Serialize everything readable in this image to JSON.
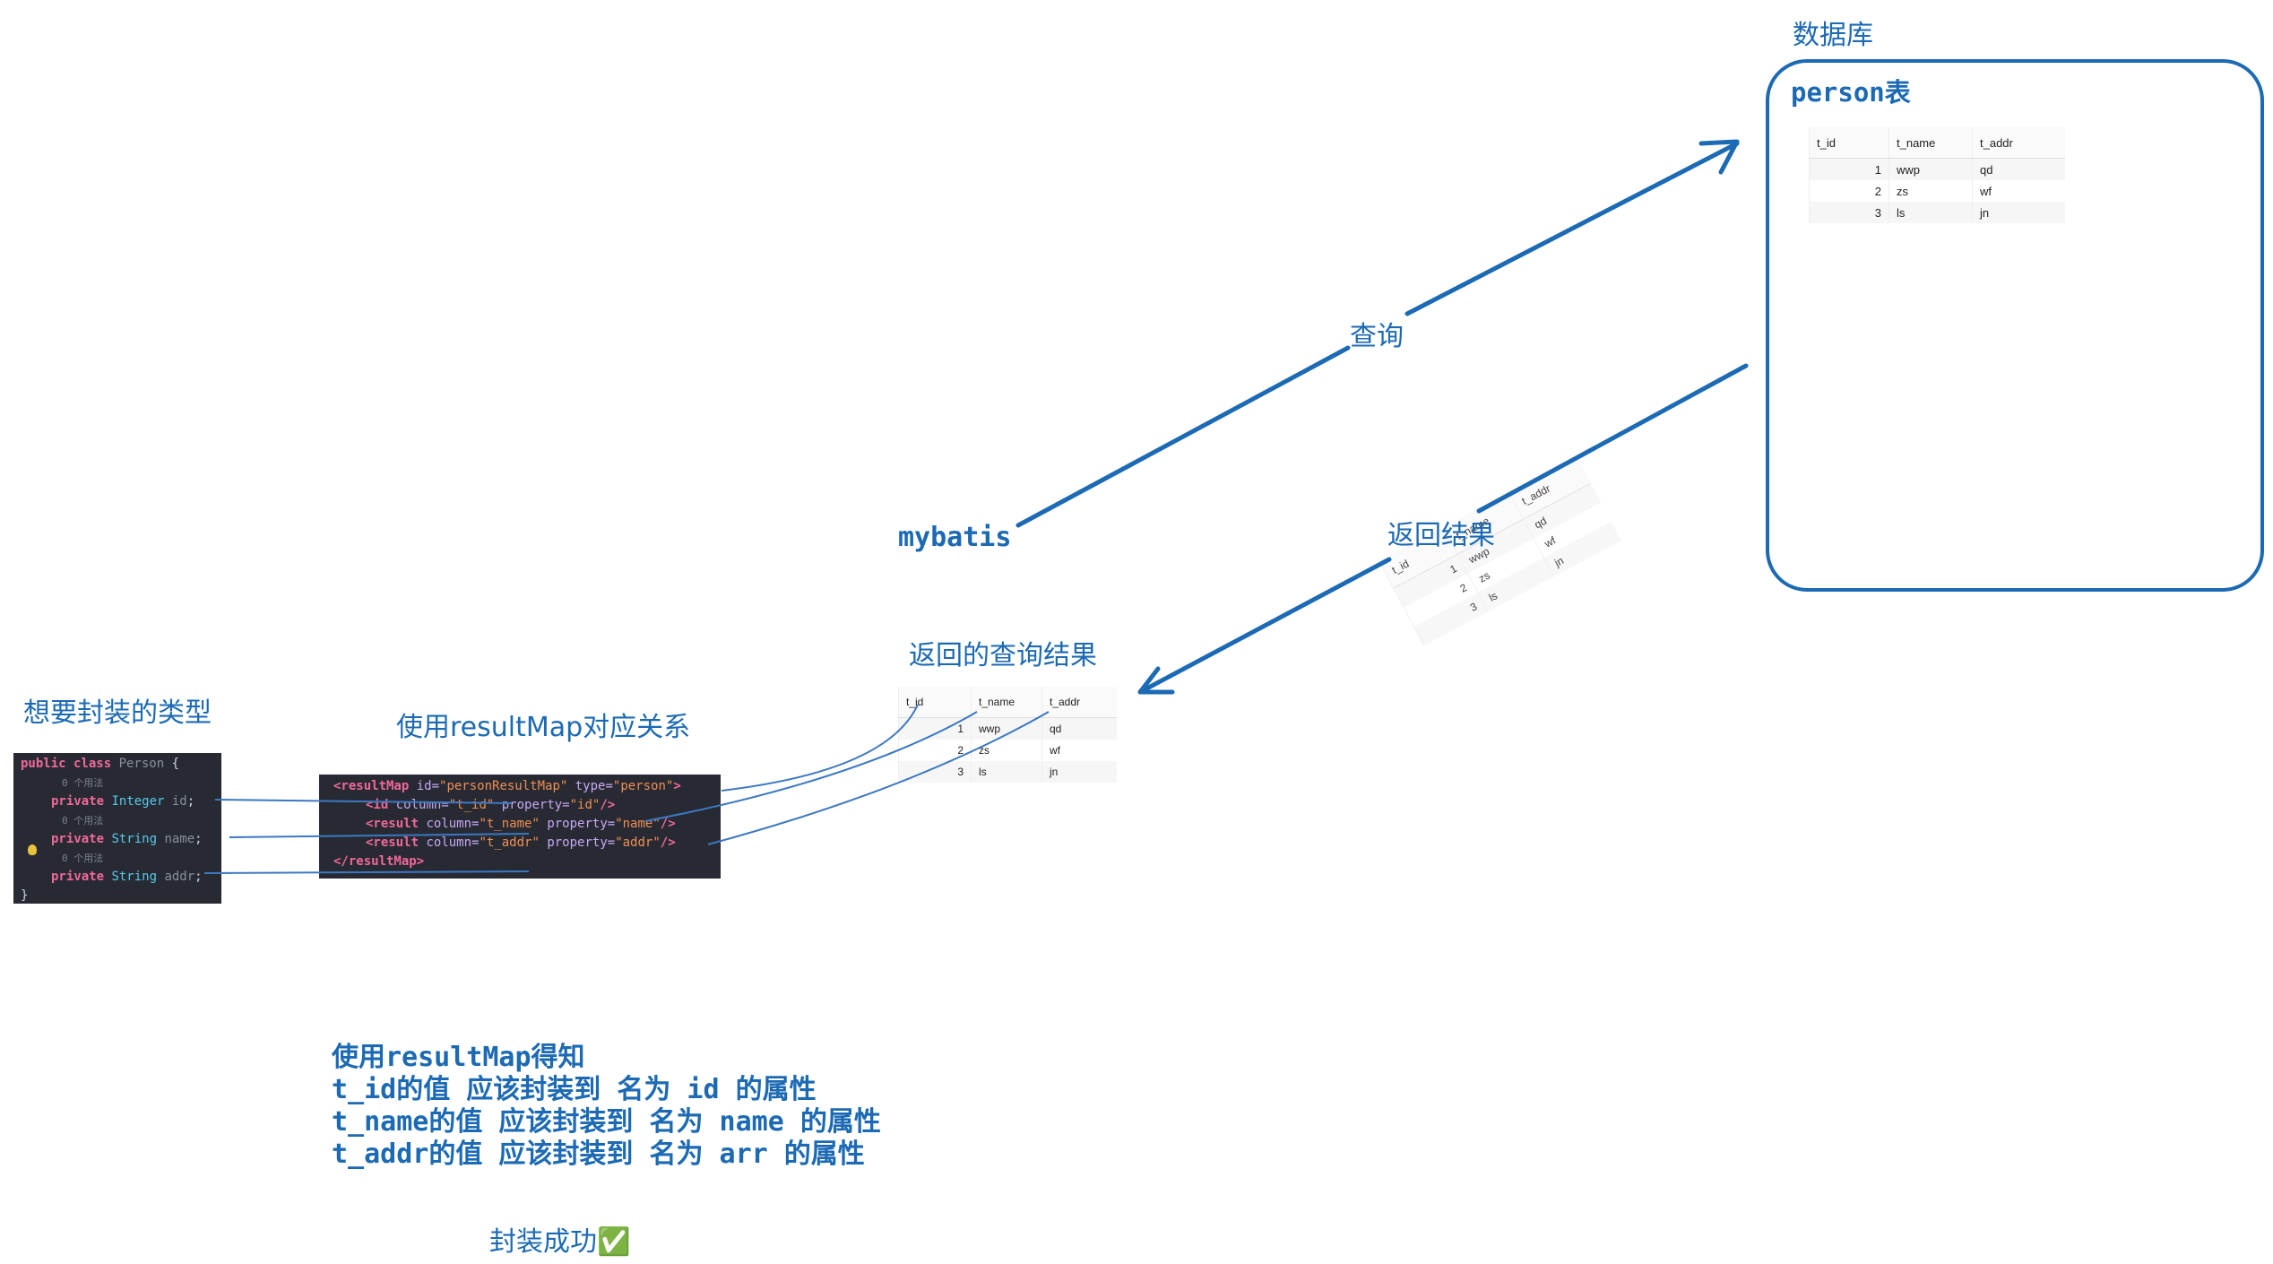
{
  "labels": {
    "database": "数据库",
    "person_table": "person表",
    "query": "查询",
    "mybatis": "mybatis",
    "return_result": "返回结果",
    "returned_query_result": "返回的查询结果",
    "target_type": "想要封装的类型",
    "use_resultmap": "使用resultMap对应关系"
  },
  "table": {
    "columns": [
      "t_id",
      "t_name",
      "t_addr"
    ],
    "rows": [
      [
        "1",
        "wwp",
        "qd"
      ],
      [
        "2",
        "zs",
        "wf"
      ],
      [
        "3",
        "ls",
        "jn"
      ]
    ]
  },
  "java_code": {
    "l1_kw": "public class ",
    "l1_name": "Person",
    "l1_end": " {",
    "usage": "0 个用法",
    "f1_kw": "private ",
    "f1_type": "Integer",
    "f1_name": " id",
    "f2_kw": "private ",
    "f2_type": "String",
    "f2_name": " name",
    "f3_kw": "private ",
    "f3_type": "String",
    "f3_name": " addr",
    "semi": ";",
    "close": "}"
  },
  "xml_code": {
    "r1_tag": "<resultMap",
    "r1_a1": " id=",
    "r1_v1": "\"personResultMap\"",
    "r1_a2": " type=",
    "r1_v2": "\"person\"",
    "r1_end": ">",
    "r2_tag": "<id",
    "r2_a1": " column=",
    "r2_v1": "\"t_id\"",
    "r2_a2": " property=",
    "r2_v2": "\"id\"",
    "r2_end": "/>",
    "r3_tag": "<result",
    "r3_a1": " column=",
    "r3_v1": "\"t_name\"",
    "r3_a2": " property=",
    "r3_v2": "\"name\"",
    "r3_end": "/>",
    "r4_tag": "<result",
    "r4_a1": " column=",
    "r4_v1": "\"t_addr\"",
    "r4_a2": " property=",
    "r4_v2": "\"addr\"",
    "r4_end": "/>",
    "r5_tag": "</resultMap>"
  },
  "explanation": {
    "line1": "使用resultMap得知",
    "line2": "t_id的值 应该封装到 名为 id 的属性",
    "line3": "t_name的值 应该封装到 名为 name 的属性",
    "line4": "t_addr的值 应该封装到 名为 arr 的属性"
  },
  "success": "封装成功✅",
  "colors": {
    "accent": "#1c6ab4",
    "code_bg": "#282a33"
  }
}
